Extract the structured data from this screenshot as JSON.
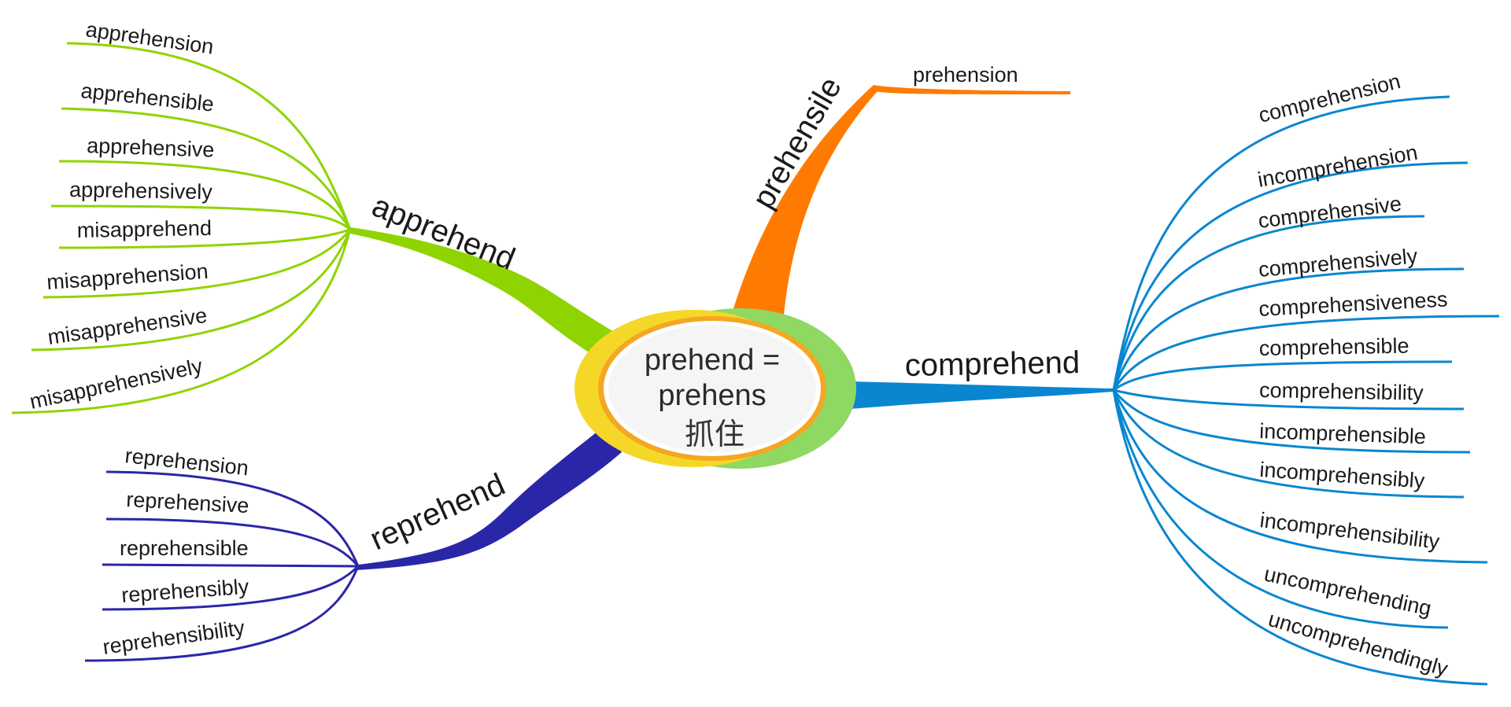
{
  "center": {
    "line1": "prehend =",
    "line2": "prehens",
    "line3": "抓住"
  },
  "branches": {
    "apprehend": {
      "label": "apprehend",
      "color": "#8fd400",
      "leaves": [
        "apprehension",
        "apprehensible",
        "apprehensive",
        "apprehensively",
        "misapprehend",
        "misapprehension",
        "misapprehensive",
        "misapprehensively"
      ]
    },
    "reprehend": {
      "label": "reprehend",
      "color": "#2a26a8",
      "leaves": [
        "reprehension",
        "reprehensive",
        "reprehensible",
        "reprehensibly",
        "reprehensibility"
      ]
    },
    "prehensile": {
      "label": "prehensile",
      "color": "#ff7a00",
      "leaves": [
        "prehension"
      ]
    },
    "comprehend": {
      "label": "comprehend",
      "color": "#0a86d0",
      "leaves": [
        "comprehension",
        "incomprehension",
        "comprehensive",
        "comprehensively",
        "comprehensiveness",
        "comprehensible",
        "comprehensibility",
        "incomprehensible",
        "incomprehensibly",
        "incomprehensibility",
        "uncomprehending",
        "uncomprehendingly"
      ]
    }
  }
}
